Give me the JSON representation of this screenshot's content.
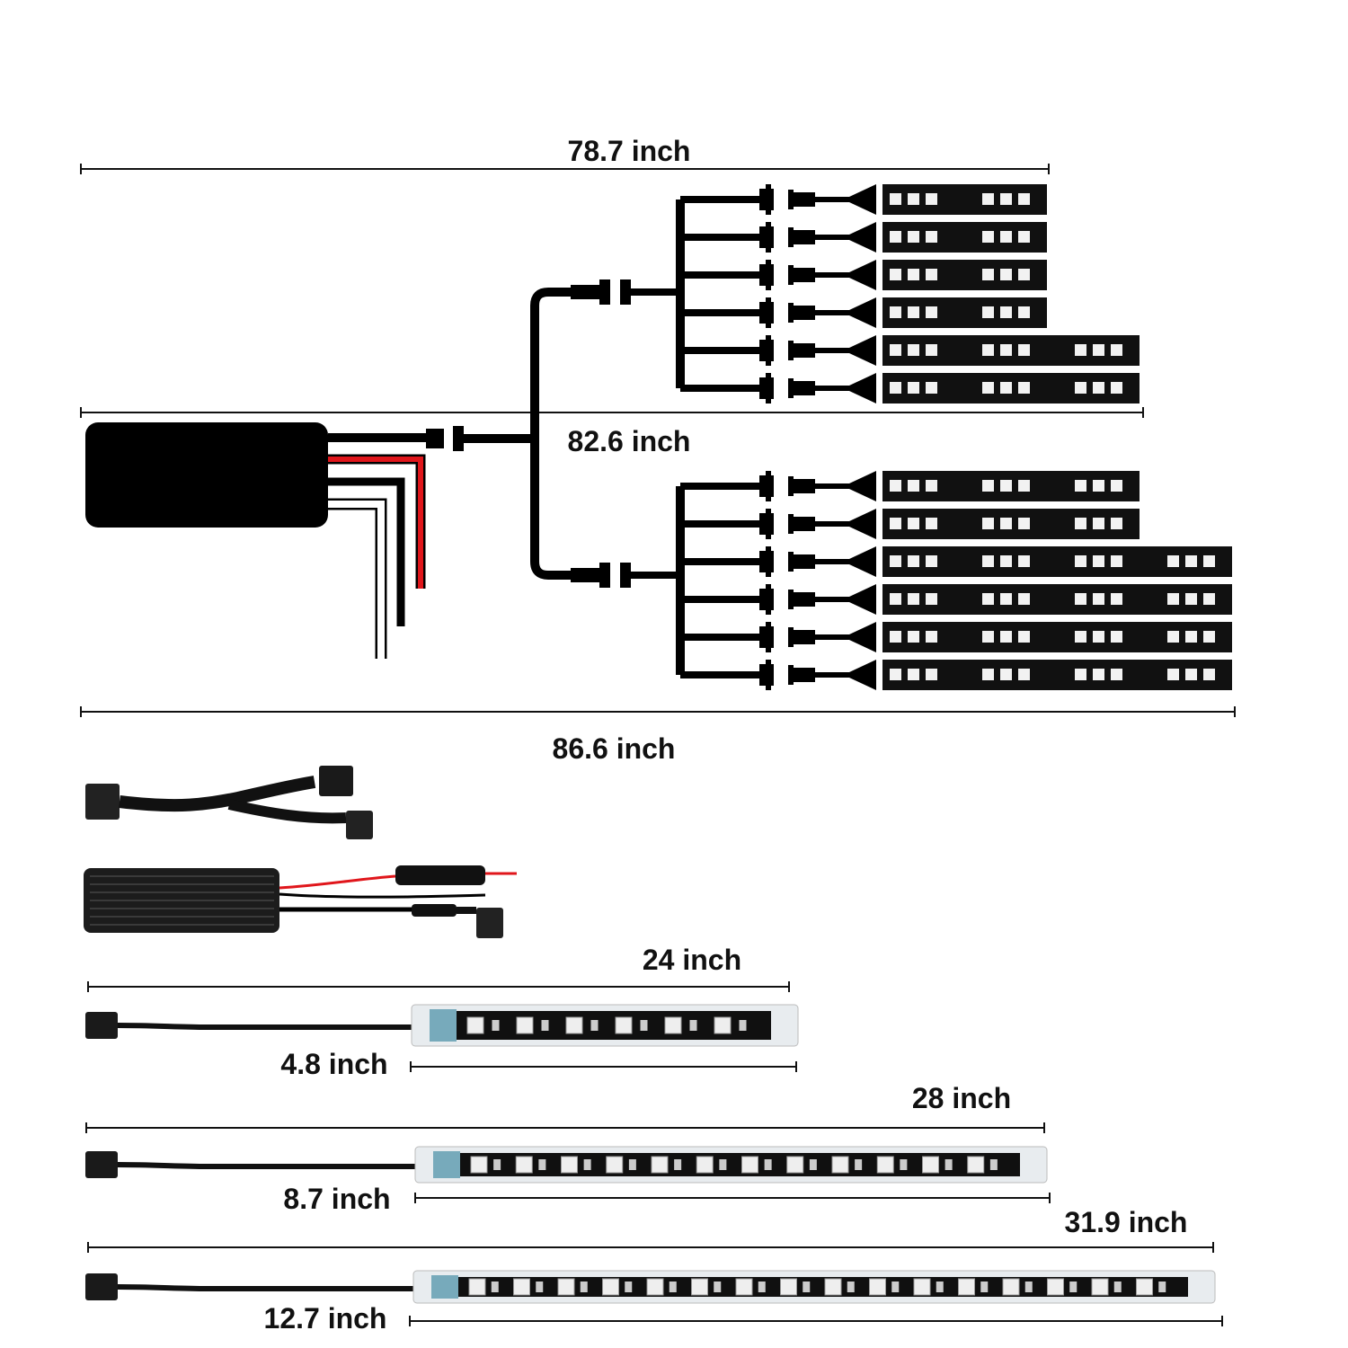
{
  "dimensions": {
    "top_branch": "78.7 inch",
    "middle_branch": "82.6 inch",
    "bottom_branch": "86.6 inch",
    "strip_24": "24 inch",
    "strip_24_lead": "4.8 inch",
    "strip_28": "28 inch",
    "strip_28_lead": "8.7 inch",
    "strip_31_9": "31.9 inch",
    "strip_31_9_lead": "12.7 inch"
  },
  "diagram": {
    "top_group_strip_segments": [
      2,
      2,
      2,
      2,
      3,
      3
    ],
    "bottom_group_strip_segments": [
      3,
      3,
      4,
      4,
      4,
      4
    ]
  },
  "colors": {
    "wire_red": "#e0161b",
    "wire_black": "#000000",
    "wire_white": "#ffffff",
    "strip_pcb": "#111111",
    "led_face": "#f2f2f2"
  }
}
